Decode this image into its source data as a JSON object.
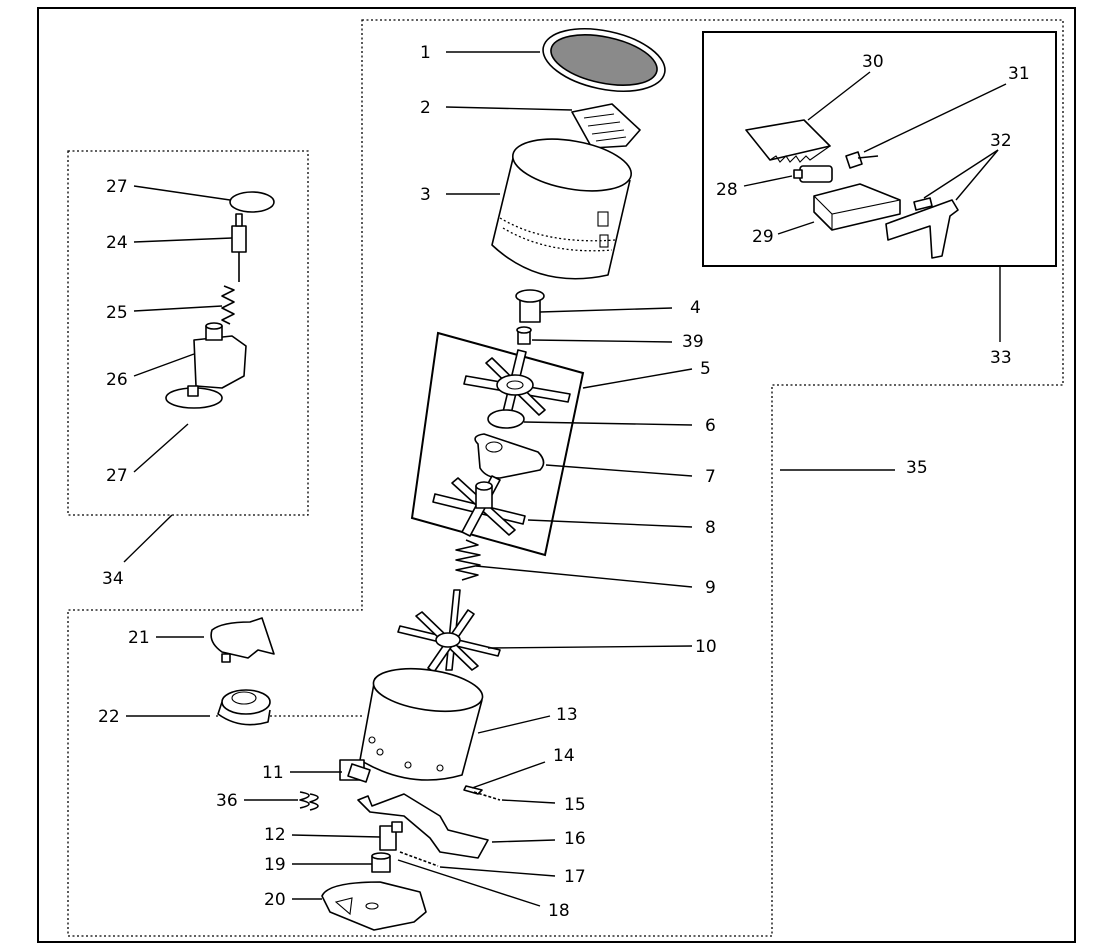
{
  "labels": {
    "l1": "1",
    "l2": "2",
    "l3": "3",
    "l4": "4",
    "l39": "39",
    "l5": "5",
    "l6": "6",
    "l7": "7",
    "l8": "8",
    "l9": "9",
    "l10": "10",
    "l13": "13",
    "l14": "14",
    "l15": "15",
    "l16": "16",
    "l17": "17",
    "l18": "18",
    "l11": "11",
    "l36": "36",
    "l12": "12",
    "l19": "19",
    "l20": "20",
    "l21": "21",
    "l22": "22",
    "l27a": "27",
    "l24": "24",
    "l25": "25",
    "l26": "26",
    "l27b": "27",
    "l34": "34",
    "l30": "30",
    "l31": "31",
    "l32": "32",
    "l28": "28",
    "l29": "29",
    "l33": "33",
    "l35": "35"
  }
}
